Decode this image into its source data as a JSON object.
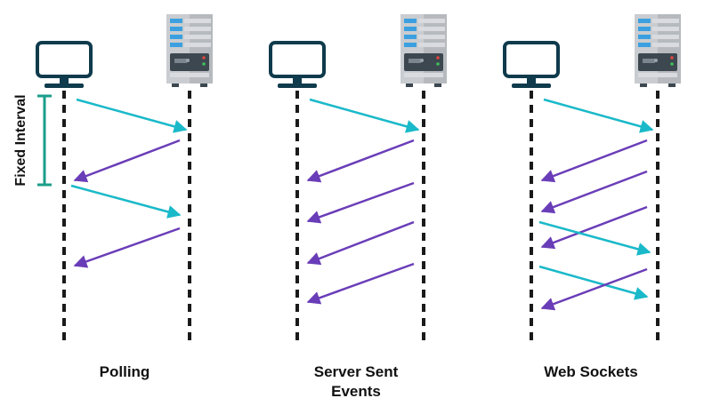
{
  "diagram": {
    "fixed_interval_label": "Fixed Interval",
    "panels": [
      {
        "label": "Polling"
      },
      {
        "label": "Server Sent\nEvents"
      },
      {
        "label": "Web Sockets"
      }
    ]
  },
  "colors": {
    "request_arrow": "#1ab9c9",
    "response_arrow": "#6a3db8",
    "timeline": "#1a1a1a",
    "bracket": "#1a9e8a",
    "monitor": "#0f3b4c",
    "server_body": "#c9ccd0",
    "server_accent": "#3ba0e0"
  },
  "icons": [
    "client-monitor-icon",
    "server-rack-icon"
  ]
}
